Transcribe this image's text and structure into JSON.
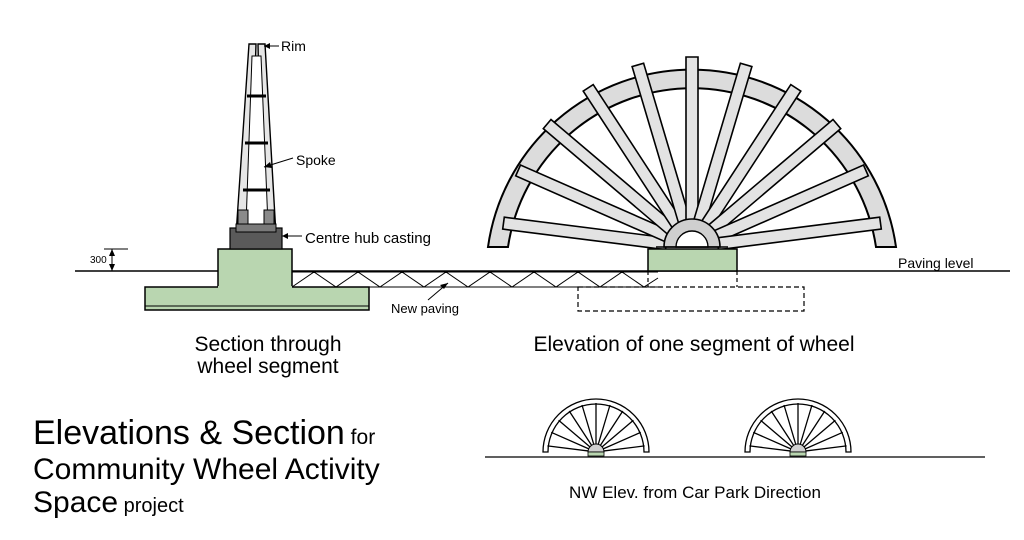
{
  "labels": {
    "rim": "Rim",
    "spoke": "Spoke",
    "hub": "Centre hub casting",
    "dimension": "300",
    "paving_level": "Paving level",
    "new_paving": "New paving",
    "section_caption_line1": "Section through",
    "section_caption_line2": "wheel segment",
    "elevation_caption": "Elevation of one segment of wheel",
    "nw_caption": "NW Elev. from Car Park Direction"
  },
  "title": {
    "line1_bold": "Elevations & Section",
    "line1_small": " for",
    "line2": "Community Wheel Activity",
    "line3_bold": "Space",
    "line3_small": " project"
  },
  "colors": {
    "foundation_green": "#b9d6b0",
    "rim_grey": "#dcdcdc",
    "hub_dark": "#5a5a5a"
  }
}
